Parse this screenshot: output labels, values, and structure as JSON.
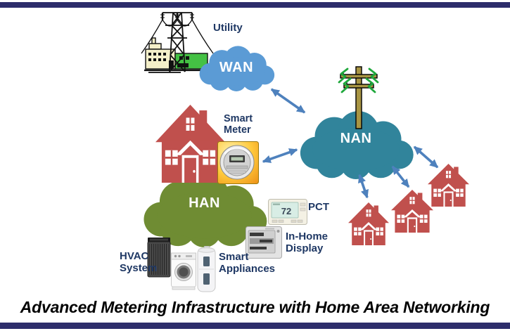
{
  "title": "Advanced Metering Infrastructure with Home Area Networking",
  "nodes": {
    "utility": {
      "label": "Utility"
    },
    "wan": {
      "label": "WAN"
    },
    "nan": {
      "label": "NAN"
    },
    "han": {
      "label": "HAN"
    },
    "smart_meter": {
      "label": "Smart Meter"
    },
    "pct": {
      "label": "PCT",
      "reading": "72"
    },
    "in_home_display": {
      "label": "In-Home Display"
    },
    "hvac": {
      "label": "HVAC System"
    },
    "smart_appliances": {
      "label": "Smart Appliances"
    },
    "neighborhood_homes": {
      "count": 3
    }
  },
  "connections": [
    {
      "from": "WAN",
      "to": "NAN",
      "bidirectional": true
    },
    {
      "from": "Smart Meter",
      "to": "NAN",
      "bidirectional": true
    },
    {
      "from": "NAN",
      "to": "home-1",
      "bidirectional": true
    },
    {
      "from": "NAN",
      "to": "home-2",
      "bidirectional": true
    },
    {
      "from": "NAN",
      "to": "home-3",
      "bidirectional": true
    }
  ],
  "colors": {
    "wan_cloud": "#5b9bd5",
    "nan_cloud": "#31849b",
    "han_cloud": "#6f8c33",
    "house_red": "#c0504d",
    "arrow": "#4e81bd",
    "label_text": "#1f3864",
    "cloud_text": "#ffffff",
    "border_bar": "#2d2d6b",
    "title_text": "#000000",
    "meter_face": "#f0a830"
  }
}
